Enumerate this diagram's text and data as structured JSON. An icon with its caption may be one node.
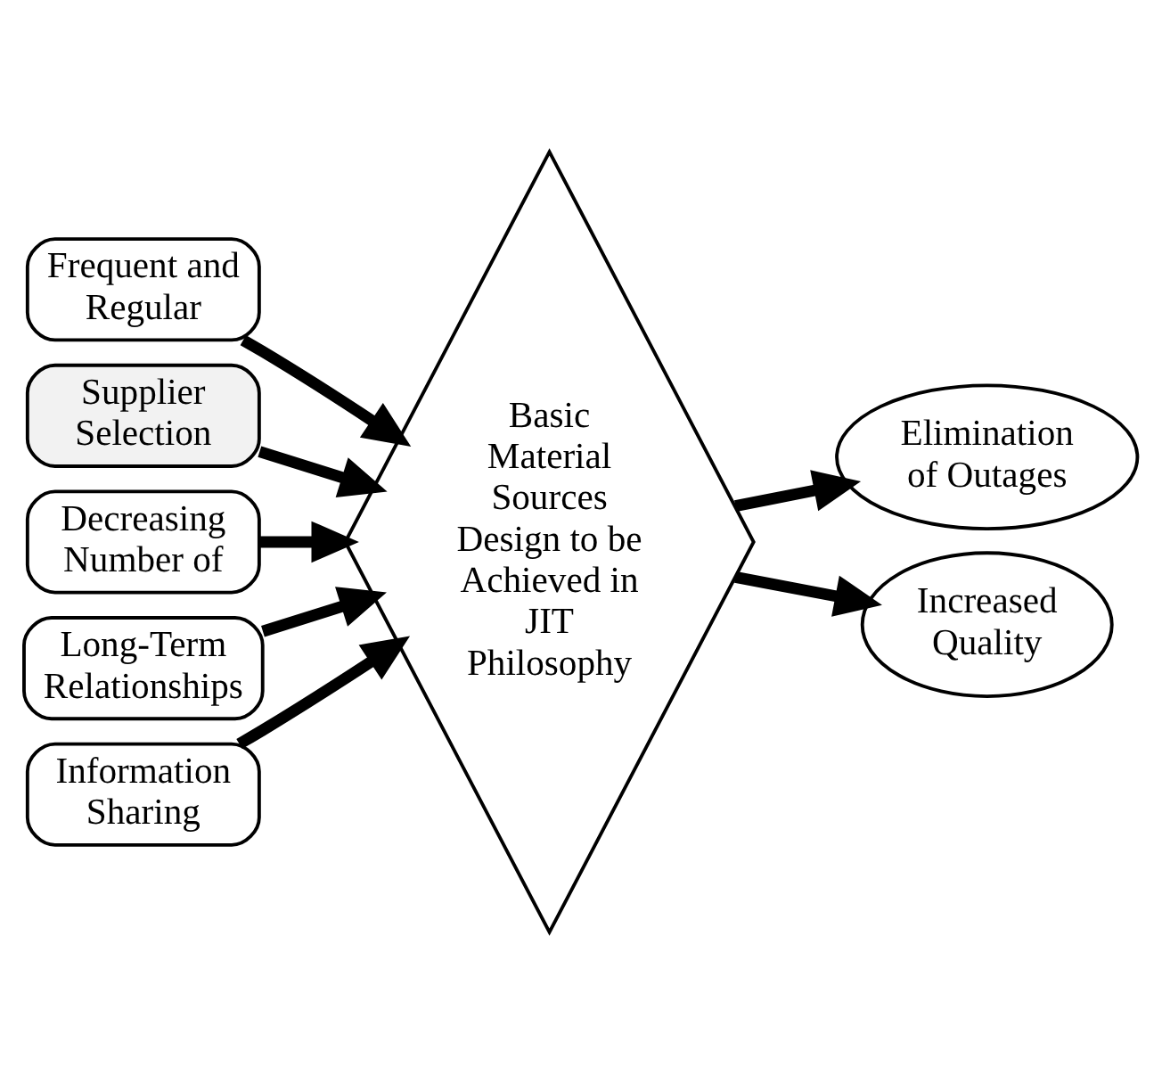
{
  "diagram": {
    "nodes": [
      {
        "text": [
          "Frequent and Regular"
        ]
      },
      {
        "text": [
          "Supplier Selection"
        ]
      },
      {
        "text": [
          "Decreasing Number of"
        ]
      },
      {
        "text": [
          "Long-Term Relationships"
        ]
      },
      {
        "text": [
          "Information Sharing"
        ]
      },
      {
        "text": [
          "Basic Material Sources Design to be Achieved in JIT Philosophy"
        ]
      },
      {
        "text": [
          "Elimination of Outages"
        ]
      },
      {
        "text": [
          "Increased Quality"
        ]
      }
    ],
    "edges": [
      {
        "from": 0,
        "to": 5,
        "arrow": "to"
      },
      {
        "from": 1,
        "to": 5,
        "arrow": "to"
      },
      {
        "from": 2,
        "to": 5,
        "arrow": "to"
      },
      {
        "from": 3,
        "to": 5,
        "arrow": "to"
      },
      {
        "from": 4,
        "to": 5,
        "arrow": "to"
      },
      {
        "from": 5,
        "to": 6,
        "arrow": "to"
      },
      {
        "from": 5,
        "to": 7,
        "arrow": "to"
      }
    ]
  }
}
